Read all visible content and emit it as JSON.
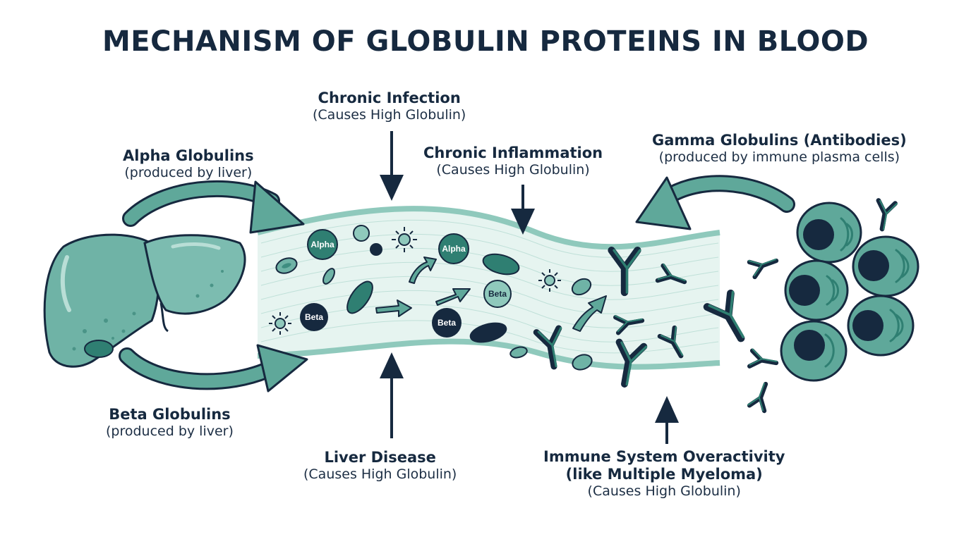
{
  "title": "MECHANISM OF GLOBULIN PROTEINS IN BLOOD",
  "labels": {
    "alpha": {
      "heading": "Alpha Globulins",
      "sub": "(produced by liver)"
    },
    "beta": {
      "heading": "Beta Globulins",
      "sub": "(produced by liver)"
    },
    "gamma": {
      "heading": "Gamma Globulins (Antibodies)",
      "sub": "(produced by immune plasma cells)"
    },
    "chronic_infection": {
      "heading": "Chronic Infection",
      "sub": "(Causes High Globulin)"
    },
    "chronic_inflammation": {
      "heading": "Chronic Inflammation",
      "sub": "(Causes High Globulin)"
    },
    "liver_disease": {
      "heading": "Liver Disease",
      "sub": "(Causes High Globulin)"
    },
    "immune_overactivity": {
      "heading": "Immune System Overactivity",
      "heading2": "(like Multiple Myeloma)",
      "sub": "(Causes High Globulin)"
    }
  },
  "particle_labels": {
    "alpha_1": "Alpha",
    "alpha_2": "Alpha",
    "beta_1": "Beta",
    "beta_2": "Beta",
    "beta_3": "Beta"
  },
  "colors": {
    "dark_navy": "#16293f",
    "teal": "#5fa89a",
    "light_teal": "#8fc9bc",
    "vessel": "#e6f4f0",
    "dark_teal": "#2f7f72"
  }
}
